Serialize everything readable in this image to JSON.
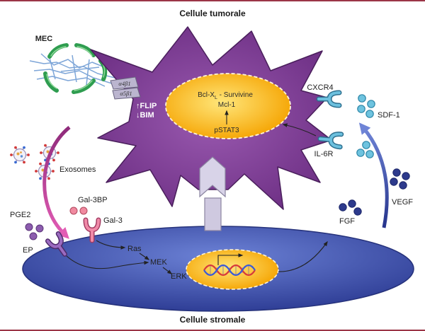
{
  "diagram": {
    "title_top": "Cellule tumorale",
    "title_bottom": "Cellule stromale"
  },
  "labels": {
    "mec": "MEC",
    "integrin_a4b1": "α4β1",
    "integrin_a5b1": "α5β1",
    "flip_arrow": "↑",
    "flip": "FLIP",
    "bim_arrow": "↓",
    "bim": "BIM",
    "bcl": "Bcl-X",
    "bcl_sub": "L",
    "survivine": " - Survivine",
    "mcl1": "Mcl-1",
    "pstat3": "pSTAT3",
    "cxcr4": "CXCR4",
    "il6r": "IL-6R",
    "sdf1": "SDF-1",
    "vegf": "VEGF",
    "fgf": "FGF",
    "exosomes": "Exosomes",
    "pge2": "PGE2",
    "ep": "EP",
    "gal3bp": "Gal-3BP",
    "gal3": "Gal-3",
    "ras": "Ras",
    "mek": "MEK",
    "erk": "ERK"
  },
  "colors": {
    "tumor_cell": "#6b2d82",
    "stromal_cell": "#2f3e96",
    "nucleus": "#f5a300",
    "ecm_green": "#2f9d50",
    "frame": "#9b3547"
  }
}
